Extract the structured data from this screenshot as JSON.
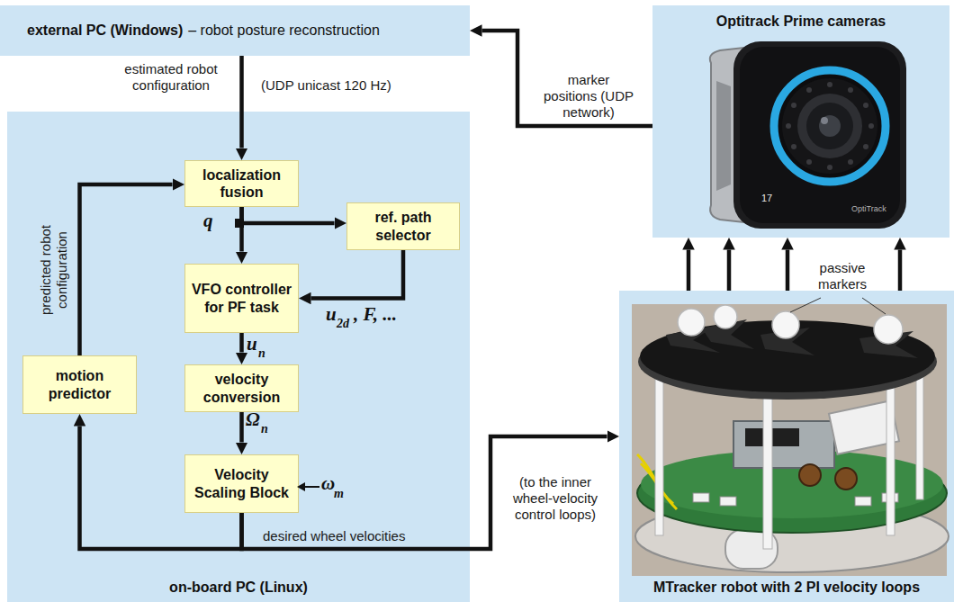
{
  "diagram": {
    "nodes": [
      {
        "text": [
          "external PC (Windows)",
          "– robot posture reconstruction"
        ]
      },
      {
        "text": [
          "Optitrack Prime cameras"
        ]
      },
      {
        "text": [
          "on-board PC (Linux)"
        ]
      },
      {
        "text": [
          "localization fusion"
        ],
        "in": 2
      },
      {
        "text": [
          "ref. path selector"
        ],
        "in": 2
      },
      {
        "text": [
          "VFO controller for PF task"
        ],
        "in": 2
      },
      {
        "text": [
          "velocity conversion"
        ],
        "in": 2
      },
      {
        "text": [
          "Velocity Scaling Block"
        ],
        "in": 2
      },
      {
        "text": [
          "motion predictor"
        ],
        "in": 2
      },
      {
        "text": [
          "MTracker robot with 2 PI velocity loops"
        ]
      }
    ],
    "edges": [
      {
        "from": 0,
        "to": 3,
        "label": "estimated robot configuration",
        "arrow": "to"
      },
      {
        "from": 1,
        "to": 0,
        "label": "marker positions (UDP network)",
        "arrow": "to"
      },
      {
        "from": 9,
        "to": 1,
        "arrow": "to"
      },
      {
        "from": 9,
        "to": 1,
        "arrow": "to"
      },
      {
        "from": 9,
        "to": 1,
        "arrow": "to"
      },
      {
        "from": 9,
        "to": 1,
        "arrow": "to"
      },
      {
        "from": 3,
        "to": 5,
        "arrow": "to"
      },
      {
        "from": 3,
        "to": 4,
        "arrow": "to"
      },
      {
        "from": 4,
        "to": 5,
        "arrow": "to"
      },
      {
        "from": 5,
        "to": 6,
        "arrow": "to"
      },
      {
        "from": 6,
        "to": 7,
        "arrow": "to"
      },
      {
        "from": 7,
        "to": 9,
        "label": "desired wheel velocities",
        "arrow": "to"
      },
      {
        "from": 7,
        "to": 8,
        "arrow": "to"
      },
      {
        "from": 8,
        "to": 3,
        "arrow": "to"
      }
    ],
    "labels": [
      "(UDP unicast 120 Hz)",
      "q",
      "u",
      "n",
      "Ω",
      "n",
      "ω",
      "m",
      "u",
      "2d",
      ", F, ...",
      "predicted robot configuration",
      "(to the inner wheel-velocity control loops)",
      "passive markers",
      "17",
      "OptiTrack"
    ]
  }
}
